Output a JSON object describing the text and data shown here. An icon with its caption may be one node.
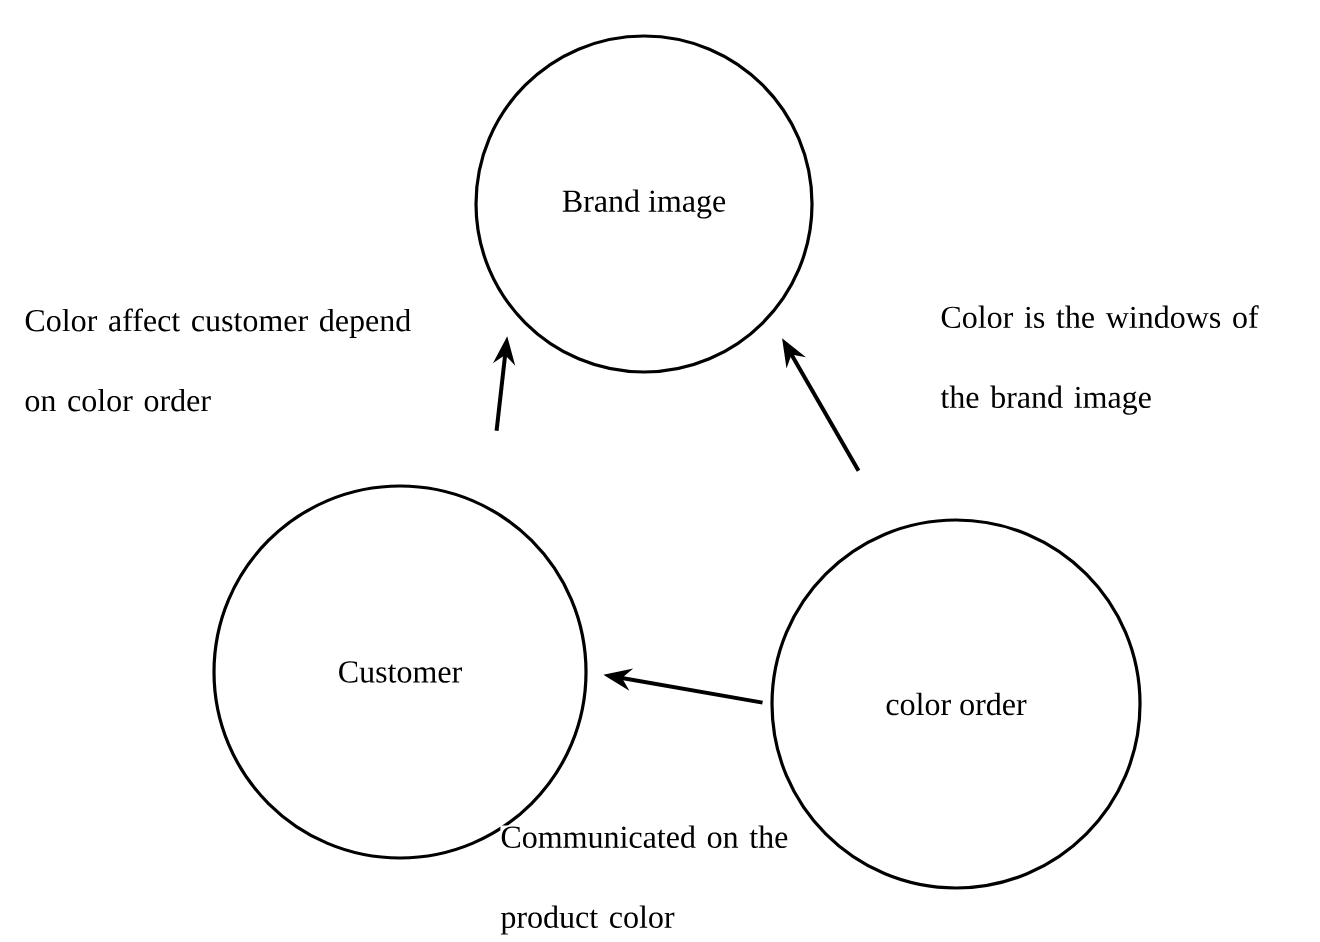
{
  "diagram": {
    "nodes": [
      {
        "text": [
          "Brand image"
        ]
      },
      {
        "text": [
          "Customer"
        ]
      },
      {
        "text": [
          "color order"
        ]
      }
    ],
    "edges": [
      {
        "from": 1,
        "to": 0,
        "arrow": "to",
        "label": "Color affect customer depend on color order"
      },
      {
        "from": 2,
        "to": 0,
        "arrow": "to",
        "label": "Color is the windows of the brand image"
      },
      {
        "from": 2,
        "to": 1,
        "arrow": "to",
        "label": "Communicated on the product color"
      }
    ]
  }
}
